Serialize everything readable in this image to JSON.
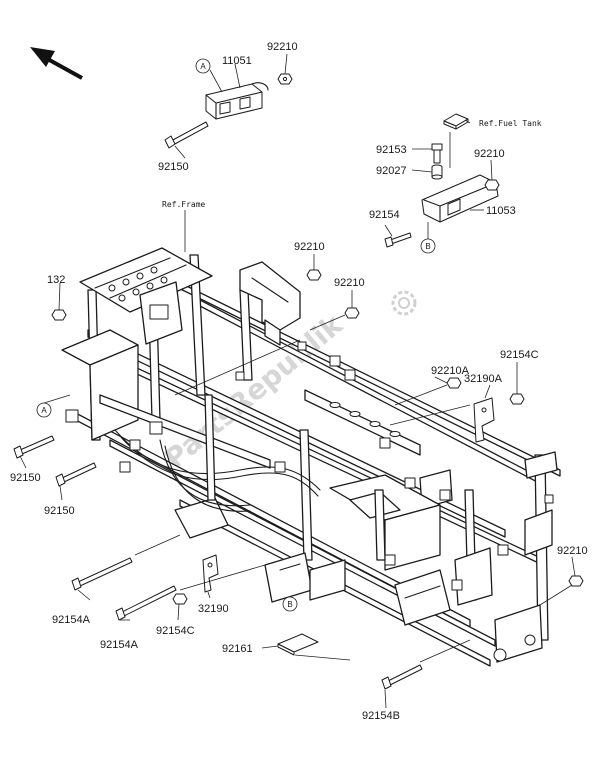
{
  "labels": {
    "p11051": "11051",
    "p92210_top": "92210",
    "p92150_top": "92150",
    "ref_frame": "Ref.Frame",
    "ref_fuel_tank": "Ref.Fuel Tank",
    "p92153": "92153",
    "p92027": "92027",
    "p92210_b": "92210",
    "p92154": "92154",
    "p11053": "11053",
    "p132": "132",
    "p92210_mid1": "92210",
    "p92210_mid2": "92210",
    "p92210A": "92210A",
    "p92154C_right": "92154C",
    "p32190A": "32190A",
    "p92150_left1": "92150",
    "p92150_left2": "92150",
    "p92210_right": "92210",
    "p92154A_1": "92154A",
    "p92154A_2": "92154A",
    "p92154C_bottom": "92154C",
    "p32190": "32190",
    "p92161": "92161",
    "p92154B": "92154B"
  },
  "callouts": {
    "a_top": "A",
    "a_left": "A",
    "b_right": "B",
    "b_bottom": "B"
  },
  "watermark": "PartsRepublik",
  "icons": {
    "direction": "arrow-front-left-icon",
    "gear": "gear-icon"
  }
}
